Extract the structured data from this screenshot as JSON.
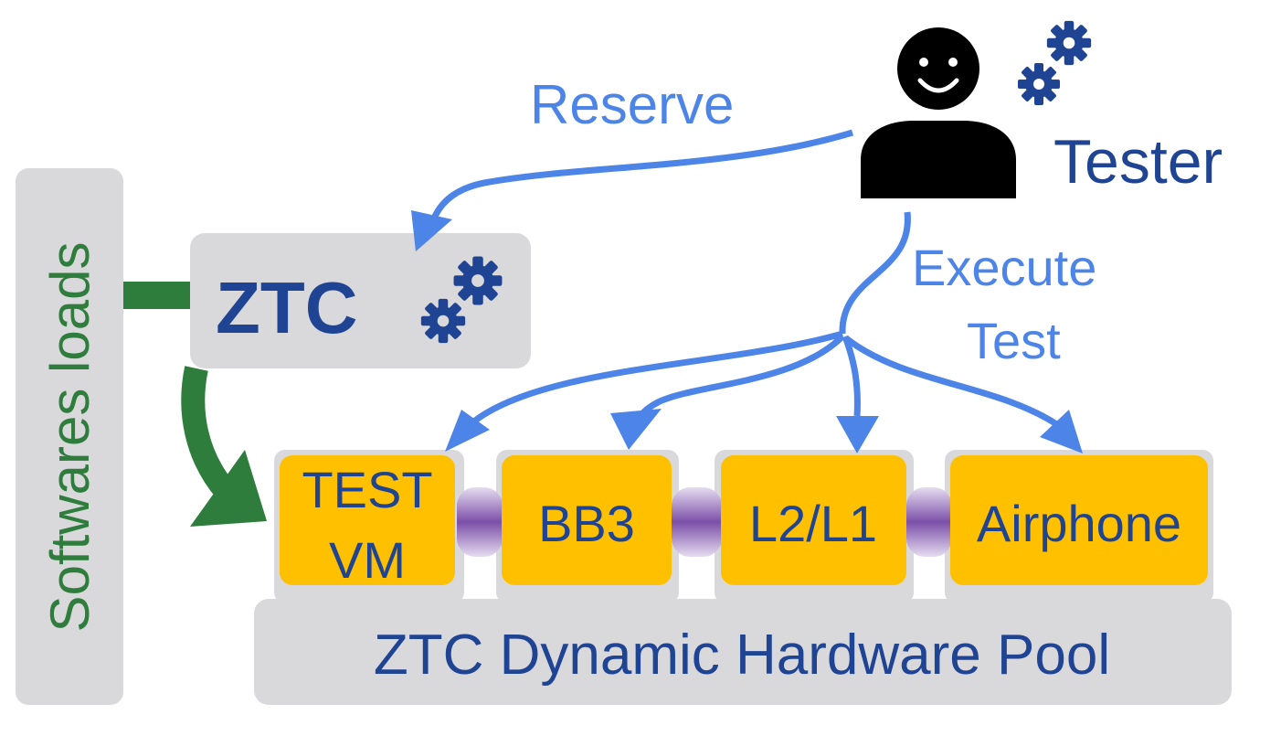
{
  "labels": {
    "reserve": "Reserve",
    "tester": "Tester",
    "execute_line1": "Execute",
    "execute_line2": "Test",
    "ztc": "ZTC",
    "softwares_loads": "Softwares loads",
    "pool": "ZTC Dynamic Hardware Pool"
  },
  "devices": [
    {
      "line1": "TEST",
      "line2": "VM"
    },
    {
      "line1": "BB3",
      "line2": ""
    },
    {
      "line1": "L2/L1",
      "line2": ""
    },
    {
      "line1": "Airphone",
      "line2": ""
    }
  ],
  "colors": {
    "arrow_blue": "#4d84e8",
    "dark_blue": "#1f4493",
    "green": "#2e7d3c",
    "panel_grey": "#d9d9dc",
    "device_yellow": "#ffc000",
    "connector_purple": "#7b4fa8",
    "tester_icon": "#000000"
  },
  "icons": {
    "tester": "person-icon",
    "tester_gears": "gears-icon",
    "ztc_gears": "gears-icon"
  }
}
